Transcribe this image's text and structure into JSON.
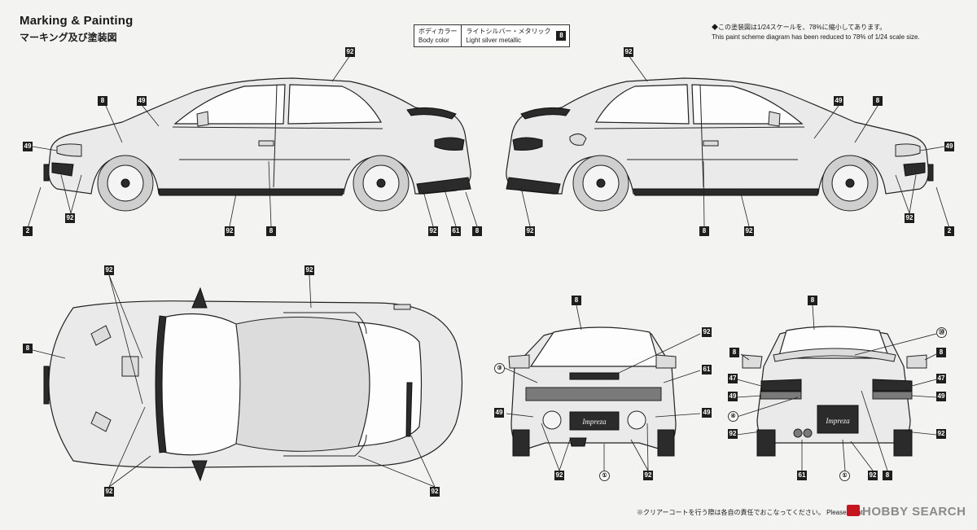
{
  "header": {
    "title": "Marking & Painting",
    "subtitle": "マーキング及び塗装図"
  },
  "legend": {
    "label_jp": "ボディカラー",
    "label_en": "Body color",
    "color_jp": "ライトシルバー・メタリック",
    "color_en": "Light silver metallic",
    "color_number": "8"
  },
  "note": {
    "line_jp": "◆この塗装図は1/24スケールを、78%に縮小してあります。",
    "line_en": "This paint scheme diagram has been reduced to 78% of 1/24 scale size."
  },
  "footer": {
    "note": "※クリアーコートを行う際は各自の責任でおこなってください。 Please go at",
    "watermark": "HOBBY SEARCH"
  },
  "markers": {
    "m92": "92",
    "m8": "8",
    "m49": "49",
    "m2": "2",
    "m61": "61",
    "m47": "47",
    "m20": "⑳",
    "m3": "③",
    "m4": "④",
    "m1": "①"
  },
  "emblem": "Impreza",
  "colors": {
    "body": "#eaeaea",
    "trim": "#2b2b2b"
  }
}
